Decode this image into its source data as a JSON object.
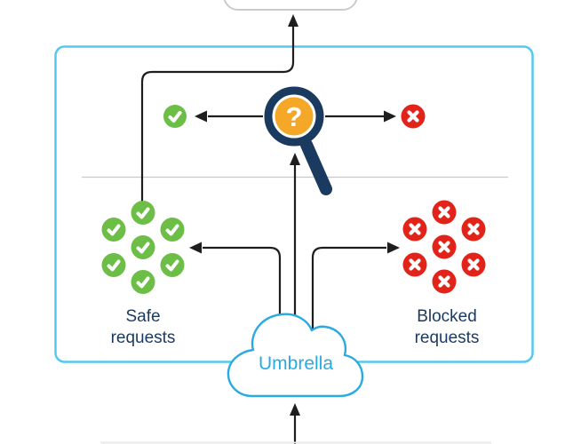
{
  "diagram": {
    "cloud": {
      "label": "Umbrella"
    },
    "magnifier": {
      "glyph": "?"
    },
    "labels": {
      "safe": "Safe\nrequests",
      "blocked": "Blocked\nrequests"
    },
    "clusters": {
      "safe_count": 7,
      "blocked_count": 7
    },
    "colors": {
      "green": "#6CBE46",
      "red": "#E2231A",
      "navy": "#1B3A5F",
      "orange": "#F5A728",
      "cyan": "#29ABE2",
      "cyan_border": "#54C8F0",
      "line": "#1E1E1E",
      "divider": "#C9C9C9",
      "box_border": "#CBCBCB",
      "bottom_line": "#E9E9E9"
    }
  }
}
